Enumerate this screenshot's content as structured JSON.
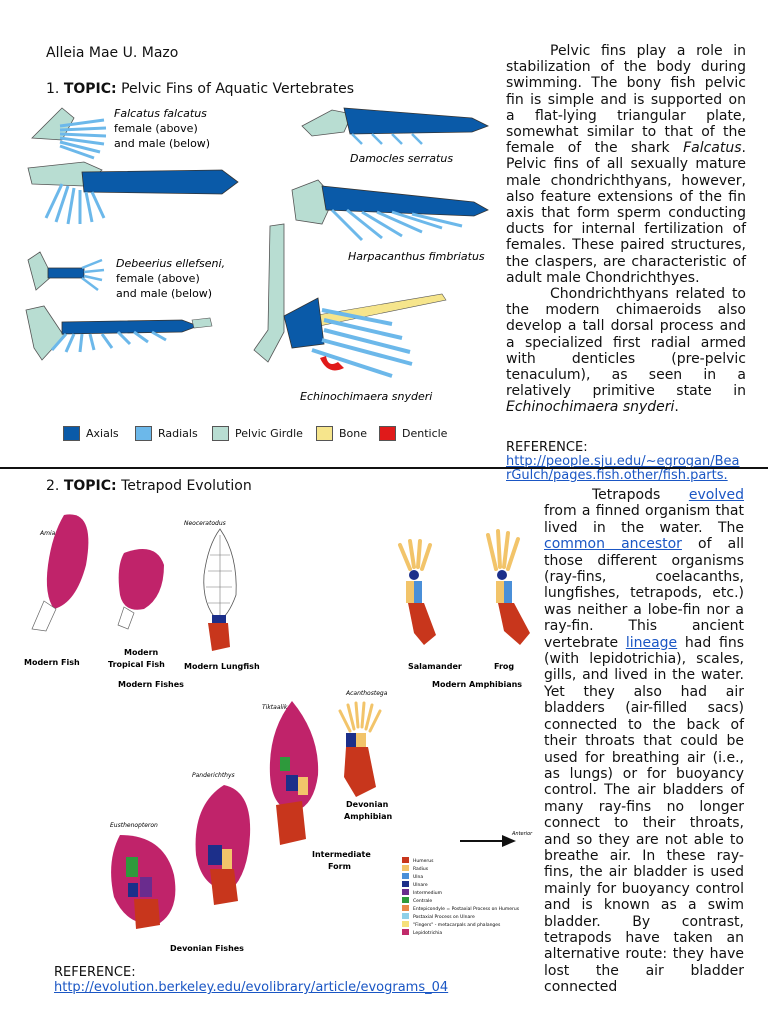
{
  "author": "Alleia Mae U. Mazo",
  "section1": {
    "topic_number": "1.",
    "topic_label": "TOPIC:",
    "topic_title": "Pelvic Fins of Aquatic Vertebrates",
    "figure": {
      "labels": {
        "falcatus_name": "Falcatus falcatus",
        "falcatus_desc1": "female (above)",
        "falcatus_desc2": "and male (below)",
        "damocles": "Damocles serratus",
        "harpacanthus": "Harpacanthus fimbriatus",
        "debeerius_name": "Debeerius ellefseni,",
        "debeerius_desc1": "female (above)",
        "debeerius_desc2": "and male (below)",
        "echinochimaera": "Echinochimaera snyderi"
      },
      "legend": [
        {
          "label": "Axials",
          "color": "#0a5aa8"
        },
        {
          "label": "Radials",
          "color": "#6cb8ea"
        },
        {
          "label": "Pelvic Girdle",
          "color": "#b8ddd2"
        },
        {
          "label": "Bone",
          "color": "#f6e58c"
        },
        {
          "label": "Denticle",
          "color": "#e01a1a"
        }
      ]
    },
    "paragraph1_a": "Pelvic fins play a role in stabilization of the body during swimming. The bony fish pelvic fin is simple and is supported on a flat-lying triangular plate, somewhat similar to that of the female of the shark ",
    "paragraph1_em": "Falcatus",
    "paragraph1_b": ". Pelvic fins of all sexually mature male chondrichthyans, however, also feature extensions of the fin axis that form sperm conducting ducts for internal fertilization of females. These paired structures, the claspers, are characteristic of adult male Chondrichthyes.",
    "paragraph2_a": "Chondrichthyans related to the modern chimaeroids also develop a tall dorsal process and a specialized first radial armed with denticles (pre-pelvic tenaculum), as seen in a relatively primitive state in ",
    "paragraph2_em": "Echinochimaera snyderi",
    "paragraph2_b": ".",
    "reference_label": "REFERENCE:",
    "reference_url1": "http://people.sju.edu/~egrogan/Bea",
    "reference_url2": "rGulch/pages.fish.other/fish.parts."
  },
  "section2": {
    "topic_number": "2.",
    "topic_label": "TOPIC:",
    "topic_title": "Tetrapod Evolution",
    "figure": {
      "labels": {
        "amia": "Amia",
        "neoceratodus": "Neoceratodus",
        "modern_fish": "Modern Fish",
        "modern_tropical_1": "Modern",
        "modern_tropical_2": "Tropical Fish",
        "modern_lungfish": "Modern Lungfish",
        "modern_fishes": "Modern Fishes",
        "salamander": "Salamander",
        "frog": "Frog",
        "modern_amphibians": "Modern Amphibians",
        "acanthostega": "Acanthostega",
        "tiktaalik": "Tiktaalik",
        "panderichthys": "Panderichthys",
        "eusthenopteron": "Eusthenopteron",
        "devonian_amphibian_1": "Devonian",
        "devonian_amphibian_2": "Amphibian",
        "intermediate_1": "Intermediate",
        "intermediate_2": "Form",
        "devonian_fishes": "Devonian Fishes",
        "arrow_label": "Anterior"
      },
      "legend": [
        {
          "label": "Humerus",
          "color": "#c8361c"
        },
        {
          "label": "Radius",
          "color": "#f2c46a"
        },
        {
          "label": "Ulna",
          "color": "#4a8fd8"
        },
        {
          "label": "Ulnare",
          "color": "#1c2f8a"
        },
        {
          "label": "Intermedium",
          "color": "#6a2c8e"
        },
        {
          "label": "Centrale",
          "color": "#2e9a3c"
        },
        {
          "label": "Entepicondyle = Postaxial Process on Humerus",
          "color": "#e88a4a"
        },
        {
          "label": "Postaxial Process on Ulnare",
          "color": "#8fd0e8"
        },
        {
          "label": "\"Fingers\" - metacarpals and phalanges",
          "color": "#f6e07a"
        },
        {
          "label": "Lepidotrichia",
          "color": "#c02a6a"
        }
      ]
    },
    "text": {
      "t1": "Tetrapods ",
      "l1": "evolved",
      "t2": " from a finned organism that lived in the water. The ",
      "l2": "common ancestor",
      "t3": " of all those different organisms (ray-fins, coelacanths, lungfishes, tetrapods, etc.) was neither a lobe-fin nor a ray-fin. This ancient vertebrate ",
      "l3": "lineage",
      "t4": " had fins (with lepidotrichia), scales, gills, and lived in the water. Yet they also had air bladders (air-filled sacs) connected to the back of their throats that could be used for breathing air (i.e., as lungs) or for buoyancy control. The air bladders of many ray-fins no longer connect to their throats, and so they are not able to breathe air. In these ray-fins, the air bladder is used mainly for buoyancy control and is known as a swim bladder. By contrast, tetrapods have taken an alternative route: they have lost the air bladder connected"
    },
    "reference_label": "REFERENCE:",
    "reference_url": "http://evolution.berkeley.edu/evolibrary/article/evograms_04"
  }
}
